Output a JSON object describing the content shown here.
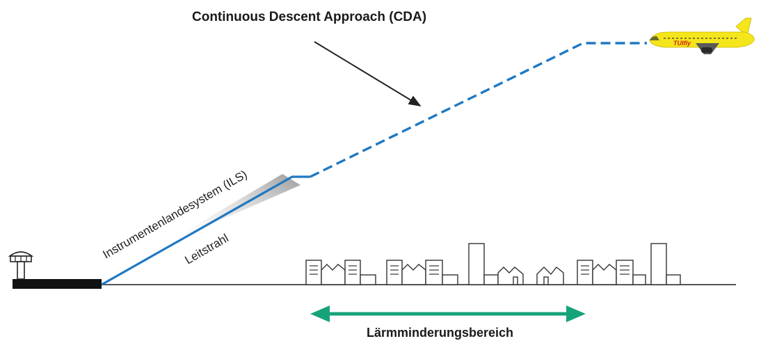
{
  "diagram": {
    "title": "Continuous Descent Approach (CDA)",
    "ils_label": "Instrumentenlandesystem (ILS)",
    "beam_label": "Leitstrahl",
    "zone_label": "Lärmminderungsbereich",
    "aircraft_livery": "TUIfly",
    "colors": {
      "ils_path": "#1f78c1",
      "cda_path": "#1f78c1",
      "noise_zone_arrow": "#17a37a",
      "aircraft_body": "#f5e51b",
      "ground": "#555555",
      "runway": "#111111",
      "beam_shadow": "#a8a8a8"
    }
  }
}
